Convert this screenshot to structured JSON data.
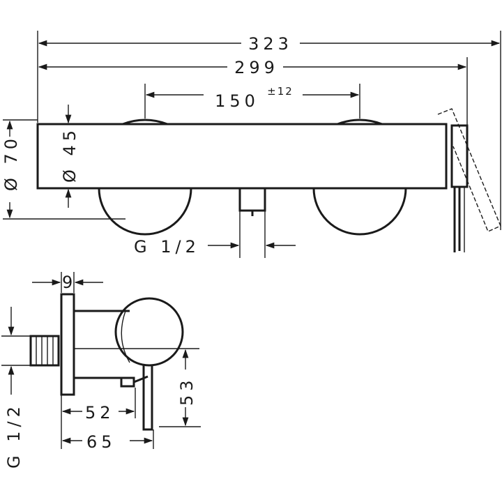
{
  "dimensions": {
    "overall_width": "323",
    "body_length": "299",
    "center_distance": "150",
    "center_tolerance": "±12",
    "rosette_diameter": "Ø 70",
    "body_diameter": "Ø 45",
    "thread_top": "G 1/2",
    "depth_wall": "9",
    "outlet_depth": "52",
    "total_depth": "65",
    "height_53": "53",
    "thread_side": "G 1/2"
  },
  "colors": {
    "line": "#1a1a1a",
    "background": "#ffffff"
  }
}
